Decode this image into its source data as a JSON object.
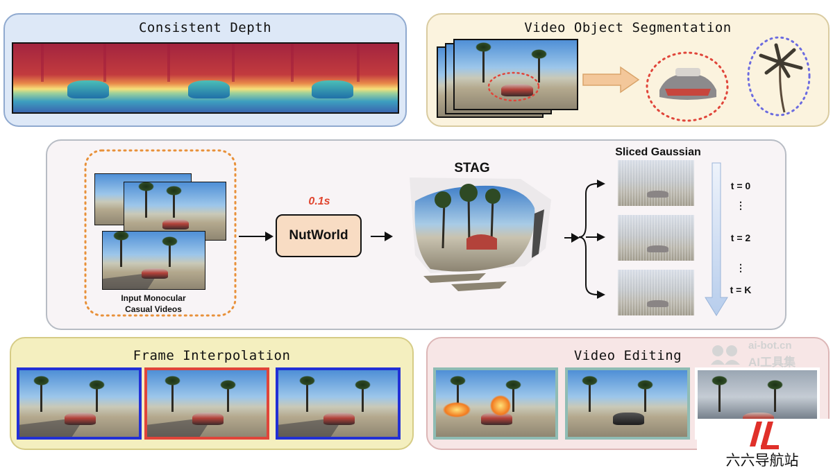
{
  "panels": {
    "depth": {
      "title": "Consistent Depth"
    },
    "vos": {
      "title": "Video Object Segmentation"
    },
    "main": {
      "input_label_line1": "Input Monocular",
      "input_label_line2": "Casual Videos",
      "timing": "0.1s",
      "model": "NutWorld",
      "stag": "STAG",
      "sliced_title": "Sliced Gaussian",
      "time_labels": [
        "t = 0",
        "⋮",
        "t = 2",
        "⋮",
        "t = K"
      ]
    },
    "fi": {
      "title": "Frame Interpolation"
    },
    "ve": {
      "title": "Video Editing"
    }
  },
  "watermark": {
    "site": "ai-bot.cn",
    "brand": "AI工具集",
    "nav": "六六导航站"
  },
  "colors": {
    "depth_panel": "#dde8f7",
    "vos_panel": "#fbf3de",
    "main_panel": "#f8f4f6",
    "fi_panel": "#f4efbf",
    "ve_panel": "#f7e6e6",
    "nutworld_box": "#f8dcc3",
    "timing_red": "#e0452f",
    "frame_blue": "#2230d6",
    "frame_red": "#e0453a",
    "frame_teal": "#8fbcb4",
    "dotted_orange": "#e8913a",
    "dotted_red": "#e0453a",
    "dotted_purple": "#6b6be0"
  }
}
